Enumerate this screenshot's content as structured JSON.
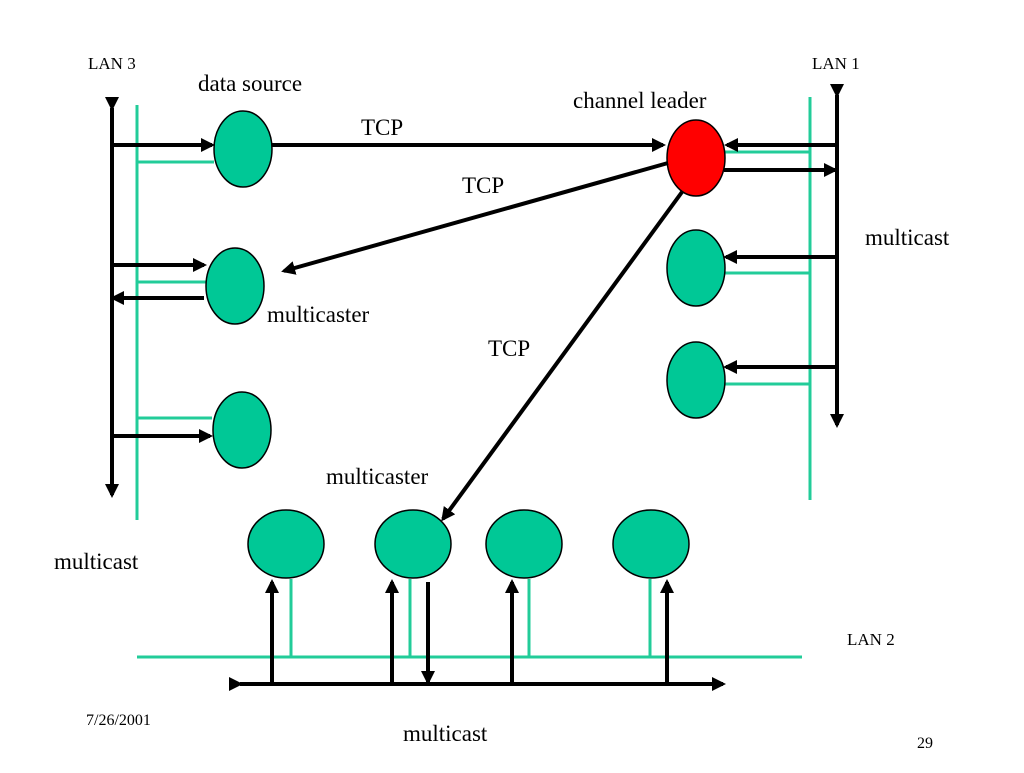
{
  "colors": {
    "node_fill": "#00C896",
    "leader_fill": "#FF0000",
    "lan_line": "#22CC99",
    "arrow": "#000000"
  },
  "labels": {
    "lan3": "LAN 3",
    "lan1": "LAN 1",
    "lan2": "LAN 2",
    "data_source": "data source",
    "channel_leader": "channel leader",
    "tcp_top": "TCP",
    "tcp_middle": "TCP",
    "tcp_lower": "TCP",
    "multicast_right": "multicast",
    "multicast_left": "multicast",
    "multicast_bottom": "multicast",
    "multicaster_left": "multicaster",
    "multicaster_bottom": "multicaster"
  },
  "footer": {
    "date": "7/26/2001",
    "page_number": "29"
  }
}
